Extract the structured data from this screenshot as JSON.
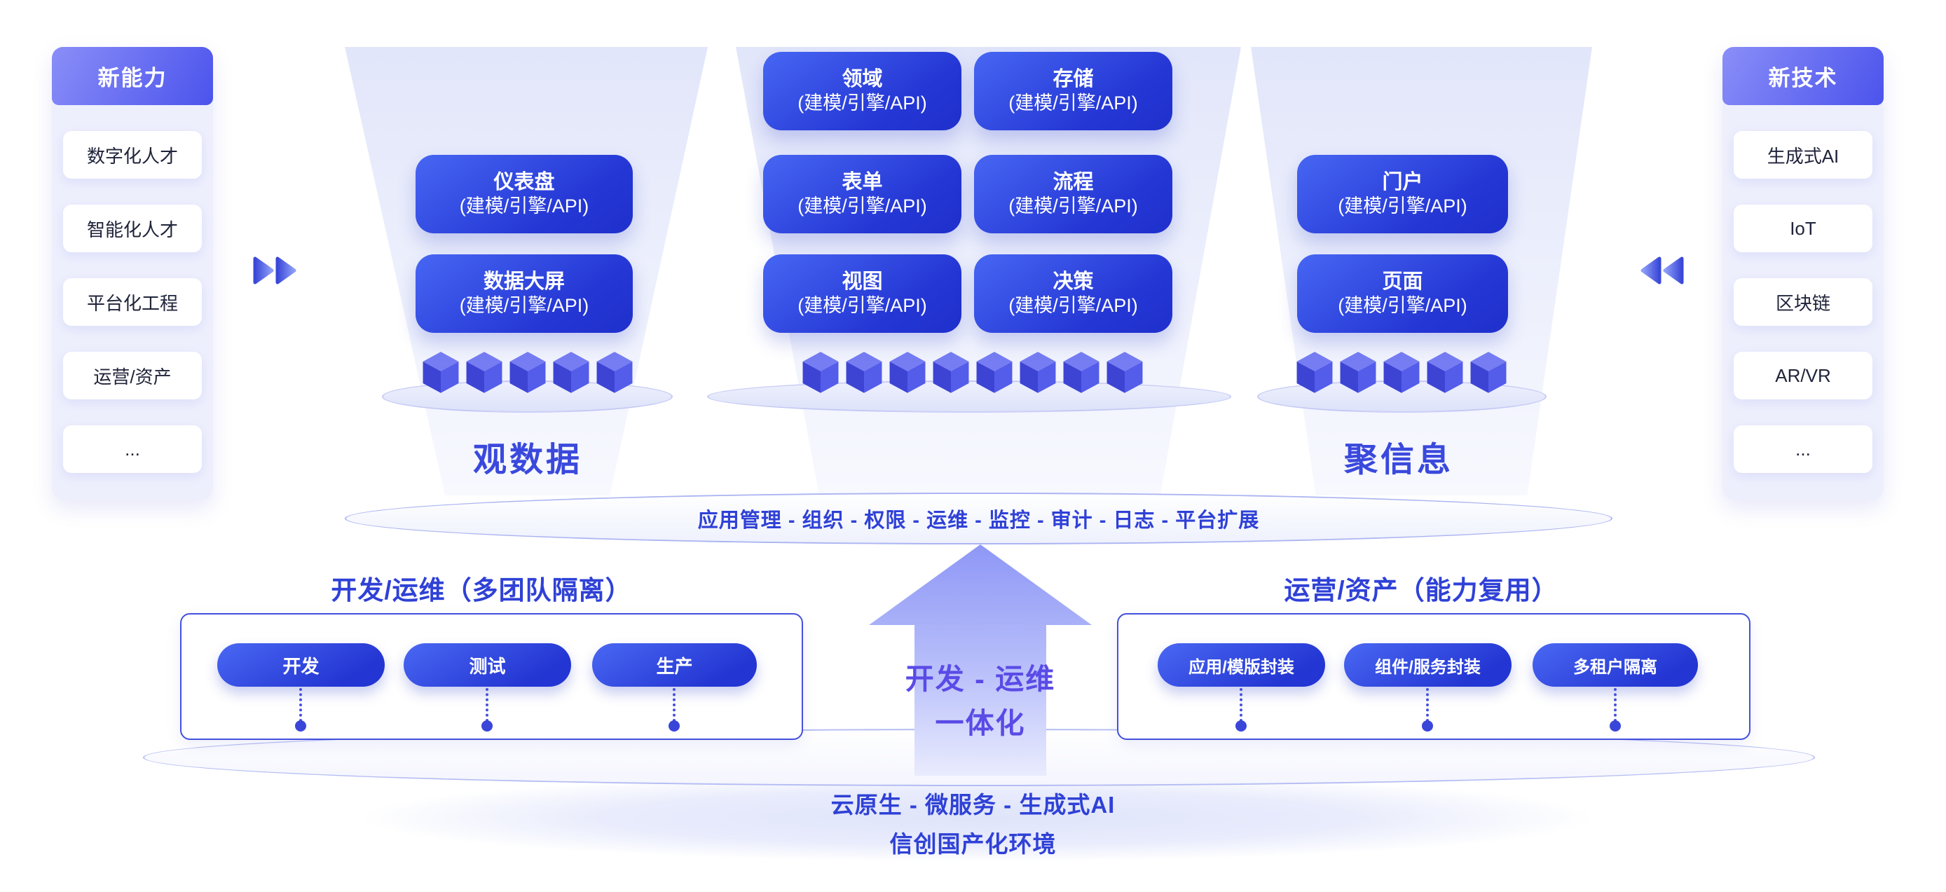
{
  "left_panel": {
    "header": "新能力",
    "items": [
      "数字化人才",
      "智能化人才",
      "平台化工程",
      "运营/资产",
      "..."
    ]
  },
  "right_panel": {
    "header": "新技术",
    "items": [
      "生成式AI",
      "IoT",
      "区块链",
      "AR/VR",
      "..."
    ]
  },
  "funnels": {
    "left": {
      "label": "观数据",
      "cubes": 5,
      "buttons": [
        {
          "title": "仪表盘",
          "subtitle": "(建模/引擎/API)"
        },
        {
          "title": "数据大屏",
          "subtitle": "(建模/引擎/API)"
        }
      ]
    },
    "center": {
      "cubes": 8,
      "buttons": [
        {
          "title": "领域",
          "subtitle": "(建模/引擎/API)"
        },
        {
          "title": "存储",
          "subtitle": "(建模/引擎/API)"
        },
        {
          "title": "表单",
          "subtitle": "(建模/引擎/API)"
        },
        {
          "title": "流程",
          "subtitle": "(建模/引擎/API)"
        },
        {
          "title": "视图",
          "subtitle": "(建模/引擎/API)"
        },
        {
          "title": "决策",
          "subtitle": "(建模/引擎/API)"
        }
      ]
    },
    "right": {
      "label": "聚信息",
      "cubes": 5,
      "buttons": [
        {
          "title": "门户",
          "subtitle": "(建模/引擎/API)"
        },
        {
          "title": "页面",
          "subtitle": "(建模/引擎/API)"
        }
      ]
    }
  },
  "band_text": "应用管理 - 组织 - 权限 - 运维 - 监控 - 审计 - 日志 - 平台扩展",
  "dev_section": {
    "title": "开发/运维（多团队隔离）",
    "pills": [
      "开发",
      "测试",
      "生产"
    ]
  },
  "ops_section": {
    "title": "运营/资产（能力复用）",
    "pills": [
      "应用/模版封装",
      "组件/服务封装",
      "多租户隔离"
    ]
  },
  "arrow": {
    "line1": "开发 - 运维",
    "line2": "一体化"
  },
  "base": {
    "line1": "云原生 - 微服务 - 生成式AI",
    "line2": "信创国产化环境"
  },
  "colors": {
    "accent_blue": "#2f41d6",
    "button_gradient_start": "#4766f3",
    "button_gradient_end": "#1f30cc",
    "cube_top": "#767df3",
    "cube_left": "#3d44d4",
    "cube_right": "#545cea"
  }
}
